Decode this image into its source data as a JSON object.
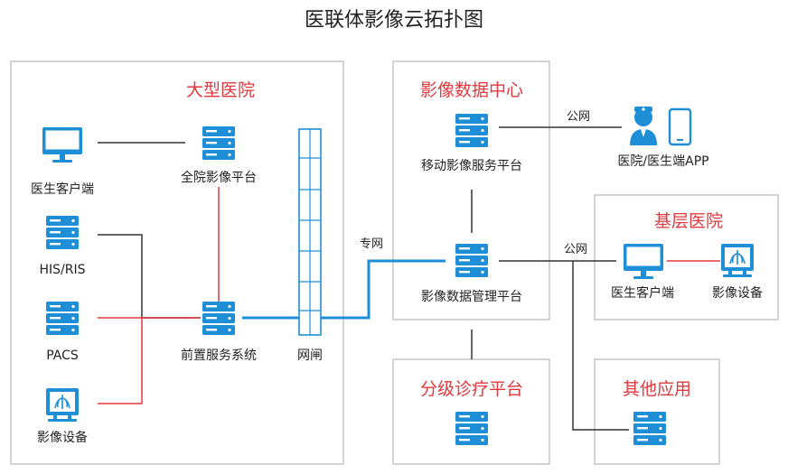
{
  "title": "医联体影像云拓扑图",
  "colors": {
    "accent_blue": "#1e8fd6",
    "red_title": "#e0393e",
    "red_line": "#e0393e",
    "dark_line": "#333333",
    "box_border": "#c6c6c6"
  },
  "groups": {
    "large_hospital": "大型医院",
    "data_center": "影像数据中心",
    "basic_hospital": "基层医院",
    "tiered_platform": "分级诊疗平台",
    "other_apps": "其他应用"
  },
  "nodes": {
    "doctor_client": {
      "label": "医生客户端",
      "icon": "monitor-icon"
    },
    "his_ris": {
      "label": "HIS/RIS",
      "icon": "server-icon"
    },
    "pacs": {
      "label": "PACS",
      "icon": "server-icon"
    },
    "imaging_device": {
      "label": "影像设备",
      "icon": "xray-device-icon"
    },
    "hospital_imaging_platform": {
      "label": "全院影像平台",
      "icon": "server-icon"
    },
    "front_service_system": {
      "label": "前置服务系统",
      "icon": "server-icon"
    },
    "gateway": {
      "label": "网闸",
      "icon": "firewall-icon"
    },
    "mobile_imaging_platform": {
      "label": "移动影像服务平台",
      "icon": "server-icon"
    },
    "data_management_platform": {
      "label": "影像数据管理平台",
      "icon": "server-icon"
    },
    "hospital_app": {
      "label": "医院/医生端APP",
      "icon": "doctor-phone-icon"
    },
    "basic_doctor_client": {
      "label": "医生客户端",
      "icon": "monitor-icon"
    },
    "basic_imaging_device": {
      "label": "影像设备",
      "icon": "xray-device-icon"
    },
    "tiered_server": {
      "icon": "server-icon"
    },
    "other_server": {
      "icon": "server-icon"
    }
  },
  "links": {
    "private_net": "专网",
    "public_net_app": "公网",
    "public_net_basic": "公网"
  }
}
